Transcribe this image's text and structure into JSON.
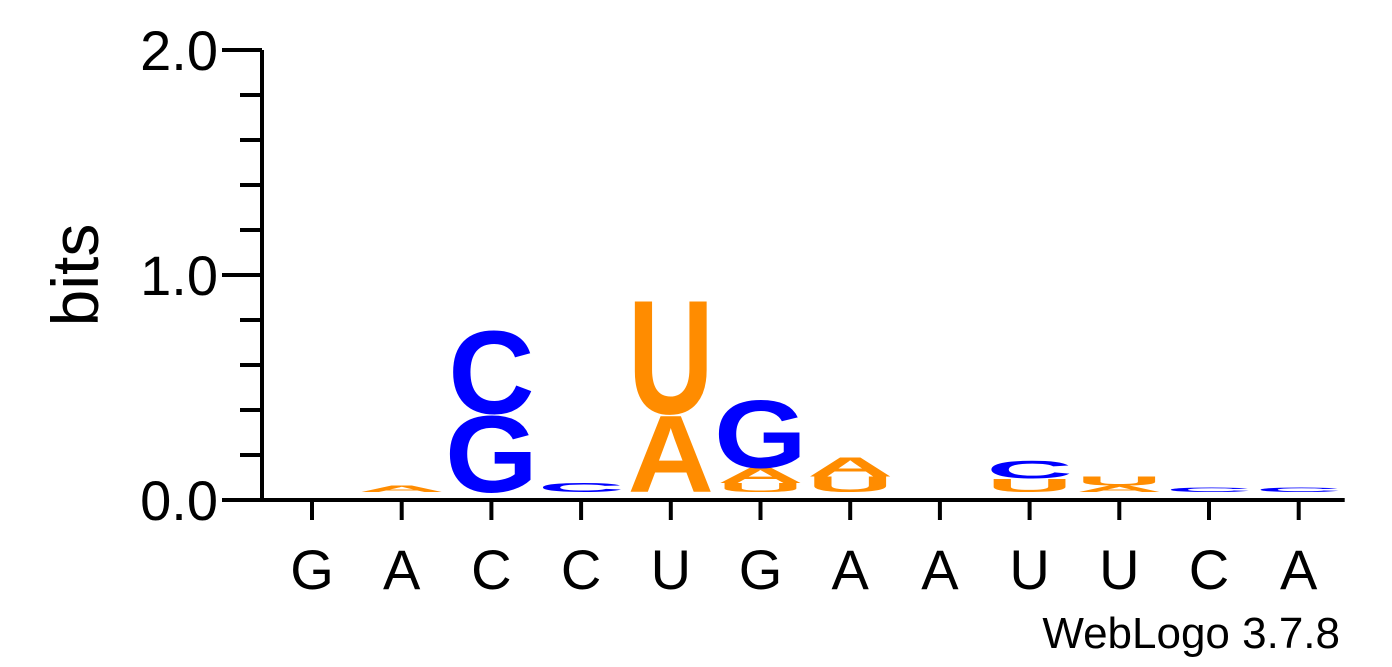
{
  "chart_data": {
    "type": "sequence-logo",
    "ylabel": "bits",
    "ylim": [
      0,
      2
    ],
    "yticks": [
      "0.0",
      "1.0",
      "2.0"
    ],
    "credit": "WebLogo 3.7.8",
    "colors": {
      "A": "#ff8c00",
      "U": "#ff8c00",
      "C": "#0000ff",
      "G": "#0000ff"
    },
    "positions": [
      {
        "consensus": "G",
        "stack": []
      },
      {
        "consensus": "A",
        "stack": [
          {
            "letter": "A",
            "bits": 0.03
          }
        ]
      },
      {
        "consensus": "C",
        "stack": [
          {
            "letter": "G",
            "bits": 0.35
          },
          {
            "letter": "C",
            "bits": 0.38
          }
        ]
      },
      {
        "consensus": "C",
        "stack": [
          {
            "letter": "C",
            "bits": 0.04
          }
        ]
      },
      {
        "consensus": "U",
        "stack": [
          {
            "letter": "A",
            "bits": 0.35
          },
          {
            "letter": "U",
            "bits": 0.52
          }
        ]
      },
      {
        "consensus": "G",
        "stack": [
          {
            "letter": "U",
            "bits": 0.04
          },
          {
            "letter": "A",
            "bits": 0.07
          },
          {
            "letter": "G",
            "bits": 0.31
          }
        ]
      },
      {
        "consensus": "A",
        "stack": [
          {
            "letter": "U",
            "bits": 0.07
          },
          {
            "letter": "A",
            "bits": 0.09
          }
        ]
      },
      {
        "consensus": "A",
        "stack": []
      },
      {
        "consensus": "U",
        "stack": [
          {
            "letter": "U",
            "bits": 0.06
          },
          {
            "letter": "C",
            "bits": 0.08
          }
        ]
      },
      {
        "consensus": "U",
        "stack": [
          {
            "letter": "A",
            "bits": 0.03
          },
          {
            "letter": "U",
            "bits": 0.04
          }
        ]
      },
      {
        "consensus": "C",
        "stack": [
          {
            "letter": "C",
            "bits": 0.02
          }
        ]
      },
      {
        "consensus": "A",
        "stack": [
          {
            "letter": "C",
            "bits": 0.02
          }
        ]
      }
    ]
  }
}
